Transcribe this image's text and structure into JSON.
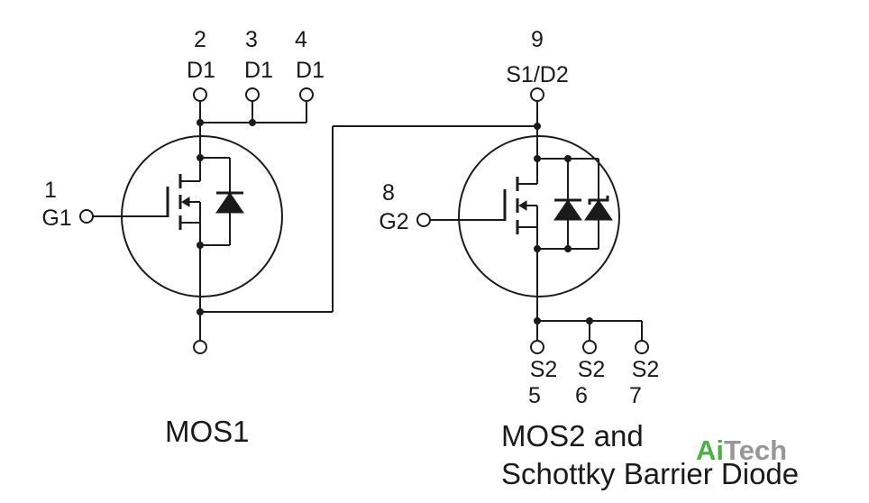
{
  "mos1": {
    "label": "MOS1",
    "pins": {
      "p2": {
        "num": "2",
        "name": "D1"
      },
      "p3": {
        "num": "3",
        "name": "D1"
      },
      "p4": {
        "num": "4",
        "name": "D1"
      },
      "p1": {
        "num": "1",
        "name": "G1"
      }
    }
  },
  "mos2": {
    "label_line1": "MOS2 and",
    "label_line2": "Schottky Barrier Diode",
    "pins": {
      "p9": {
        "num": "9",
        "name": "S1/D2"
      },
      "p8": {
        "num": "8",
        "name": "G2"
      },
      "p5": {
        "num": "5",
        "name": "S2"
      },
      "p6": {
        "num": "6",
        "name": "S2"
      },
      "p7": {
        "num": "7",
        "name": "S2"
      }
    }
  },
  "watermark": {
    "part1": "Ai",
    "part2": "Tech",
    "color1": "#3aa935",
    "color2": "#8c8c8c"
  }
}
